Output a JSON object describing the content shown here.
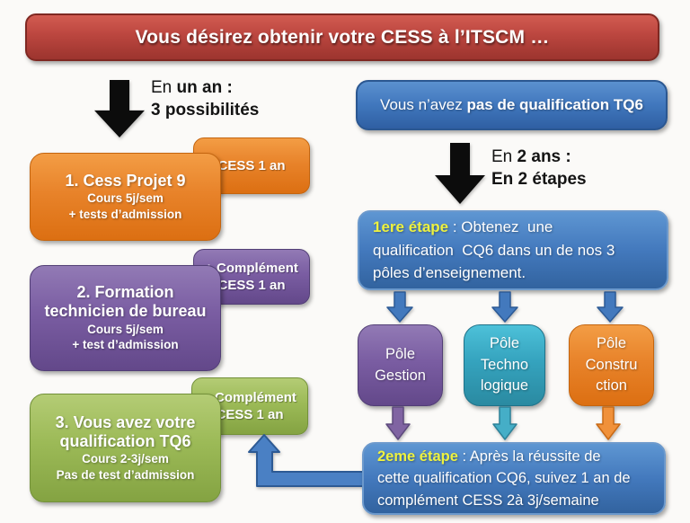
{
  "title": "Vous désirez obtenir votre CESS à l’ITSCM …",
  "left_branch": {
    "duration_prefix": "En ",
    "duration_bold": "un an :",
    "duration_line2": "3 possibilités",
    "options": [
      {
        "tab_line1": "CESS 1 an",
        "tab_line2": "",
        "title_line1": "1. Cess Projet 9",
        "title_line2": "",
        "detail_line1": "Cours 5j/sem",
        "detail_line2": "+ tests d’admission"
      },
      {
        "tab_line1": "+ Complément",
        "tab_line2": "CESS 1 an",
        "title_line1": "2. Formation",
        "title_line2": "technicien de bureau",
        "detail_line1": "Cours 5j/sem",
        "detail_line2": "+ test d’admission"
      },
      {
        "tab_line1": "+ Complément",
        "tab_line2": "CESS 1 an",
        "title_line1": "3. Vous avez votre",
        "title_line2": "qualification TQ6",
        "detail_line1": "Cours 2-3j/sem",
        "detail_line2": "Pas de test d’admission"
      }
    ]
  },
  "right_branch": {
    "banner_prefix": "Vous n’avez ",
    "banner_bold": "pas de qualification TQ6",
    "duration_prefix": "En ",
    "duration_bold": "2 ans :",
    "duration_line2": "En 2 étapes",
    "step1": {
      "label": "1ere étape",
      "line1_rest": " : Obtenez  une",
      "line2": "qualification  CQ6 dans un de nos 3",
      "line3": "pôles d’enseignement."
    },
    "poles": [
      {
        "line1": "Pôle",
        "line2": "Gestion",
        "line3": ""
      },
      {
        "line1": "Pôle",
        "line2": "Techno",
        "line3": "logique"
      },
      {
        "line1": "Pôle",
        "line2": "Constru",
        "line3": "ction"
      }
    ],
    "step2": {
      "label": "2eme étape",
      "line1_rest": " : Après la réussite de",
      "line2": "cette qualification CQ6, suivez 1 an de",
      "line3": "complément CESS 2à 3j/semaine"
    }
  },
  "colors": {
    "banner_red": "#bb463f",
    "orange": "#e8832a",
    "purple": "#7a5da2",
    "green": "#9cba57",
    "blue": "#4379bd",
    "teal": "#35a3be",
    "step_label_yellow": "#eef23f",
    "arrow_black": "#0c0c0c"
  }
}
